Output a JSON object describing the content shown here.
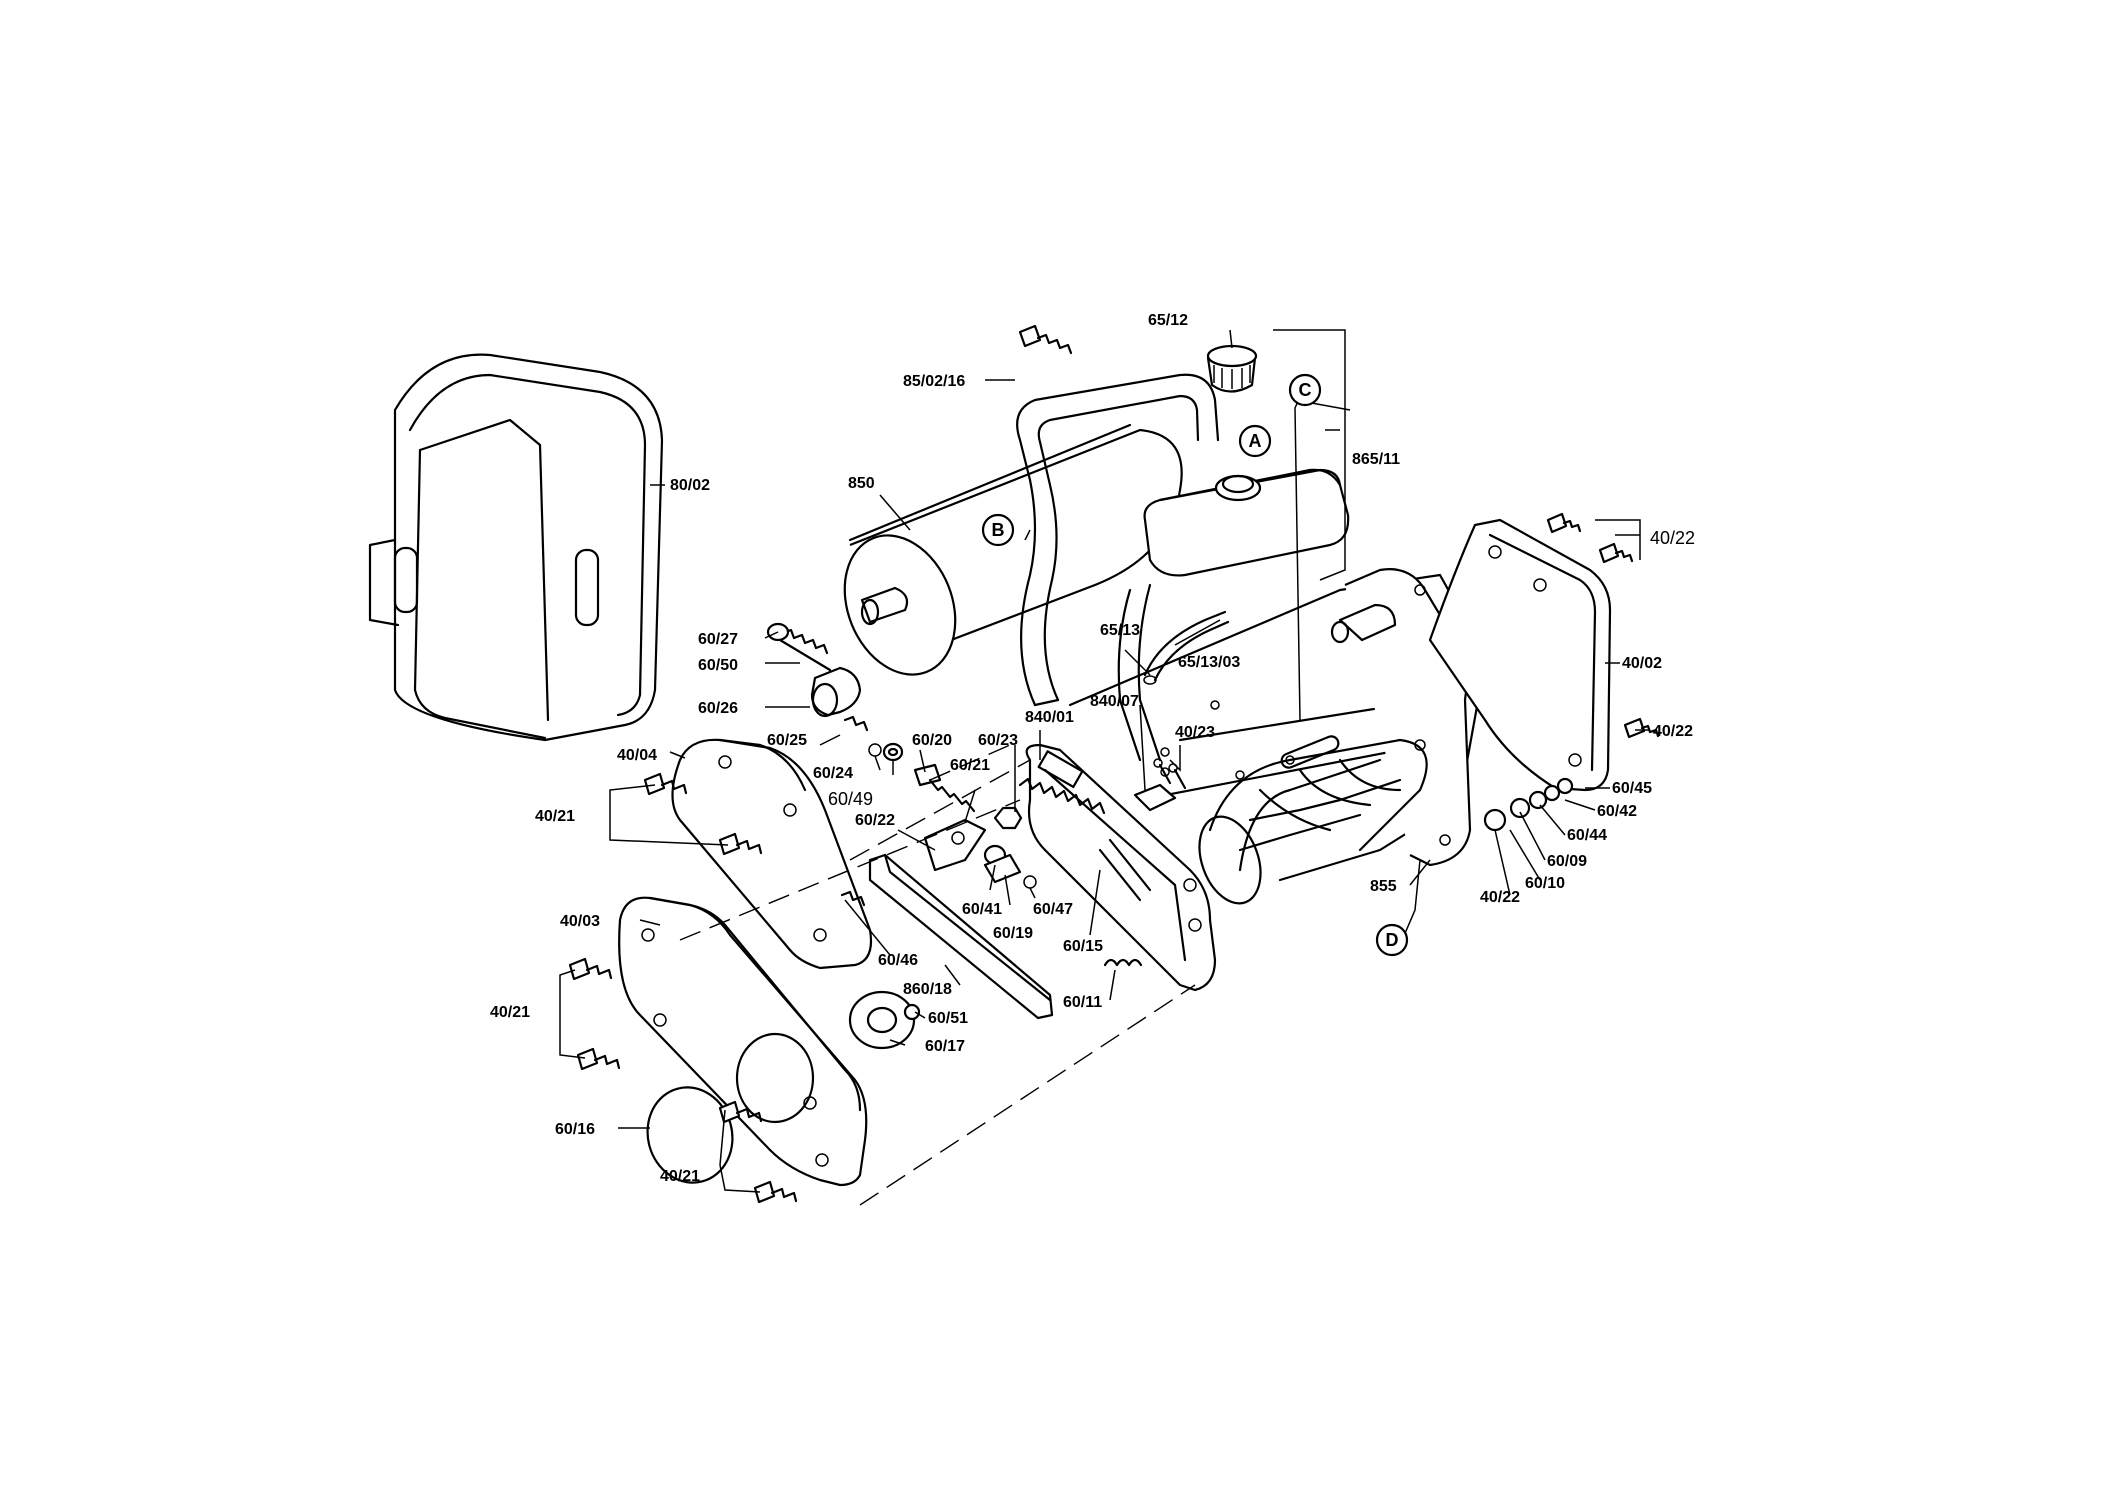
{
  "labels": {
    "l_65_12": "65/12",
    "l_85_02_16": "85/02/16",
    "l_865_11": "865/11",
    "l_80_02": "80/02",
    "l_850": "850",
    "l_40_22_a": "40/22",
    "l_40_02": "40/02",
    "l_40_22_b": "40/22",
    "l_60_45": "60/45",
    "l_60_42": "60/42",
    "l_60_44": "60/44",
    "l_60_09": "60/09",
    "l_60_10": "60/10",
    "l_40_22_c": "40/22",
    "l_855": "855",
    "l_65_13": "65/13",
    "l_65_13_03": "65/13/03",
    "l_840_01": "840/01",
    "l_840_07": "840/07",
    "l_40_23": "40/23",
    "l_60_27": "60/27",
    "l_60_50": "60/50",
    "l_60_26": "60/26",
    "l_60_25": "60/25",
    "l_60_24": "60/24",
    "l_60_49": "60/49",
    "l_60_20": "60/20",
    "l_60_23": "60/23",
    "l_60_21": "60/21",
    "l_60_22": "60/22",
    "l_60_41": "60/41",
    "l_60_19": "60/19",
    "l_60_47": "60/47",
    "l_60_15": "60/15",
    "l_60_11": "60/11",
    "l_60_46": "60/46",
    "l_860_18": "860/18",
    "l_60_51": "60/51",
    "l_60_17": "60/17",
    "l_40_04": "40/04",
    "l_40_21_a": "40/21",
    "l_40_03": "40/03",
    "l_40_21_b": "40/21",
    "l_60_16": "60/16",
    "l_40_21_c": "40/21"
  },
  "refs": {
    "a": "A",
    "b": "B",
    "c": "C",
    "d": "D"
  }
}
